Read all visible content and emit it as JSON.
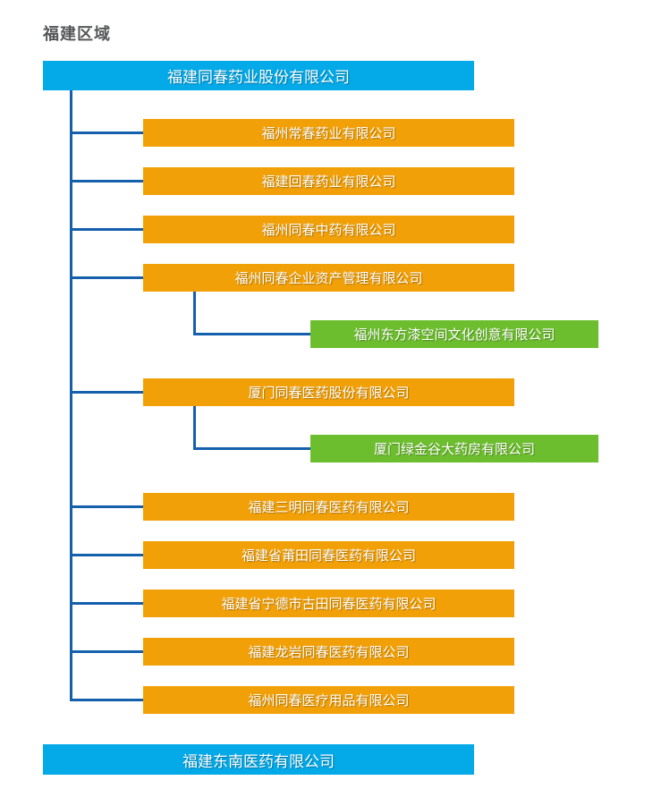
{
  "title": "福建区域",
  "colors": {
    "root": "#04A9E8",
    "level2": "#F2A007",
    "level3": "#6DBE2E",
    "connector": "#1560AD",
    "title_text": "#555759",
    "node_text": "#FFFFFF",
    "background": "#FFFFFF"
  },
  "root": {
    "label": "福建同春药业股份有限公司"
  },
  "children": [
    {
      "label": "福州常春药业有限公司",
      "subs": []
    },
    {
      "label": "福建回春药业有限公司",
      "subs": []
    },
    {
      "label": "福州同春中药有限公司",
      "subs": []
    },
    {
      "label": "福州同春企业资产管理有限公司",
      "subs": [
        {
          "label": "福州东方漆空间文化创意有限公司"
        }
      ]
    },
    {
      "label": "厦门同春医药股份有限公司",
      "subs": [
        {
          "label": "厦门绿金谷大药房有限公司"
        }
      ]
    },
    {
      "label": "福建三明同春医药有限公司",
      "subs": []
    },
    {
      "label": "福建省莆田同春医药有限公司",
      "subs": []
    },
    {
      "label": "福建省宁德市古田同春医药有限公司",
      "subs": []
    },
    {
      "label": "福建龙岩同春医药有限公司",
      "subs": []
    },
    {
      "label": "福州同春医疗用品有限公司",
      "subs": []
    }
  ],
  "footer": {
    "label": "福建东南医药有限公司"
  }
}
